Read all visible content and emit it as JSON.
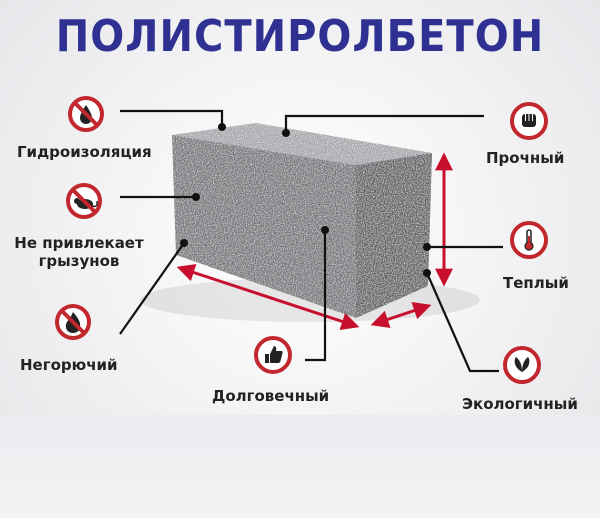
{
  "title": "ПОЛИСТИРОЛБЕТОН",
  "features": {
    "waterproof": {
      "label": "Гидроизоляция",
      "icon": "no-water-drop-icon"
    },
    "rodents": {
      "label": "Не привлекает грызунов",
      "line1": "Не привлекает",
      "line2": "грызунов",
      "icon": "no-rodents-icon"
    },
    "fireproof": {
      "label": "Негорючий",
      "icon": "no-fire-icon"
    },
    "durable": {
      "label": "Долговечный",
      "icon": "thumbs-up-icon"
    },
    "strong": {
      "label": "Прочный",
      "icon": "fist-icon"
    },
    "warm": {
      "label": "Теплый",
      "icon": "thermometer-icon"
    },
    "eco": {
      "label": "Экологичный",
      "icon": "leaf-icon"
    }
  },
  "colors": {
    "title": "#2e3192",
    "icon_red": "#c1272d",
    "arrow_red": "#c8102e",
    "block_front": "#6f7074",
    "block_top": "#9d9ea2",
    "block_side": "#55565a"
  }
}
